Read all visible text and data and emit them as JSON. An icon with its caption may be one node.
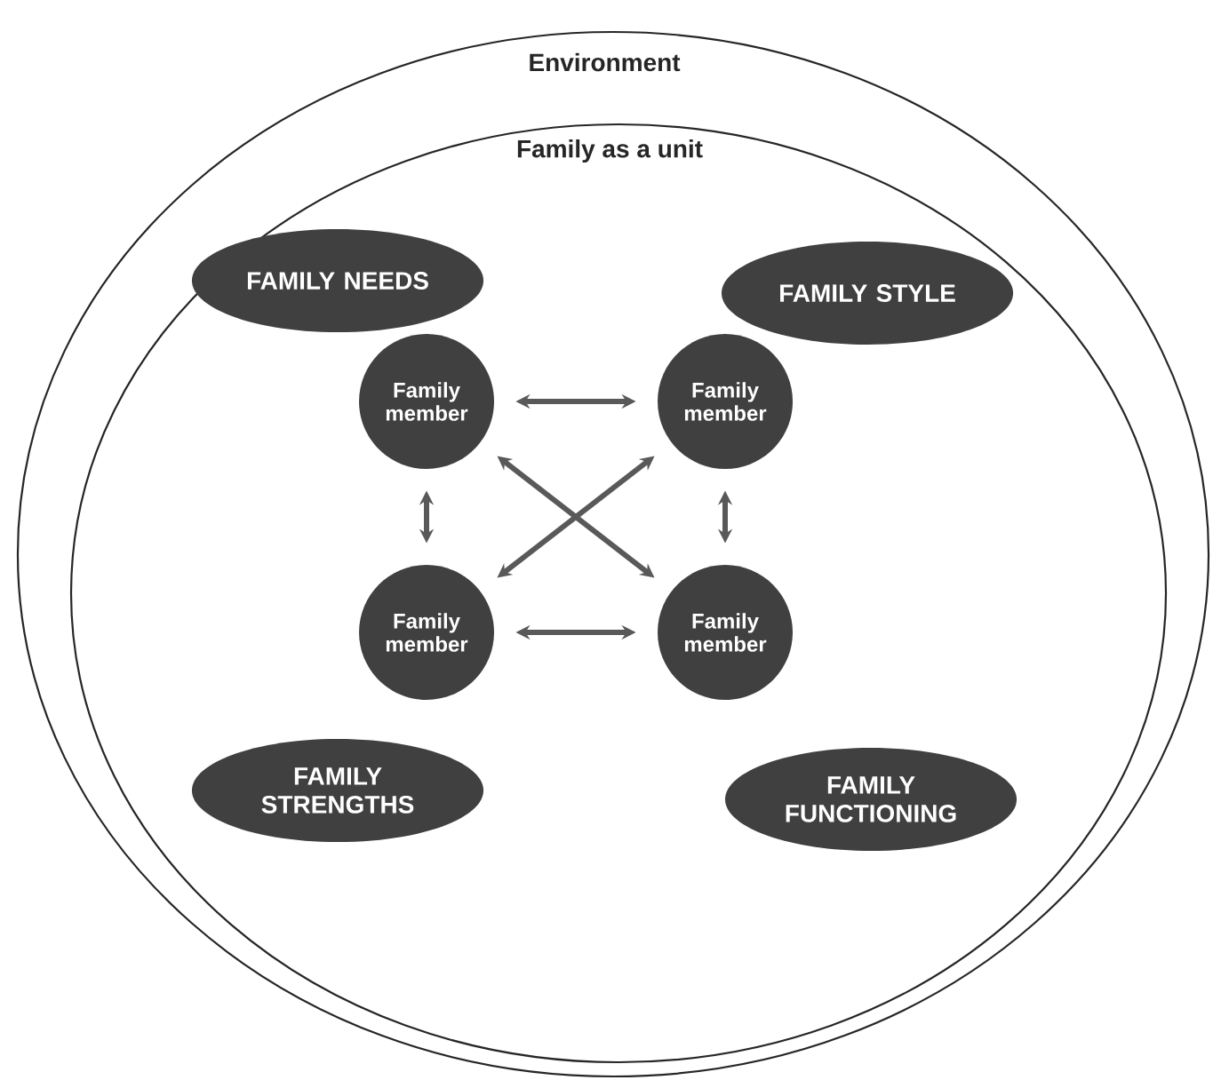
{
  "diagram": {
    "nodes": [
      {
        "text": [
          "Environment"
        ]
      },
      {
        "text": [
          "Family as a unit"
        ],
        "in": 0
      },
      {
        "text": [
          "FAMILY NEEDS"
        ],
        "in": 1
      },
      {
        "text": [
          "FAMILY STYLE"
        ],
        "in": 1
      },
      {
        "text": [
          "Family member"
        ],
        "in": 1
      },
      {
        "text": [
          "Family member"
        ],
        "in": 1
      },
      {
        "text": [
          "Family member"
        ],
        "in": 1
      },
      {
        "text": [
          "Family member"
        ],
        "in": 1
      },
      {
        "text": [
          "FAMILY STRENGTHS"
        ],
        "in": 1
      },
      {
        "text": [
          "FAMILY FUNCTIONING"
        ],
        "in": 1
      }
    ],
    "edges": [
      {
        "from": 4,
        "to": 5,
        "arrow": "both"
      },
      {
        "from": 4,
        "to": 6,
        "arrow": "both"
      },
      {
        "from": 5,
        "to": 7,
        "arrow": "both"
      },
      {
        "from": 4,
        "to": 7,
        "arrow": "both"
      },
      {
        "from": 5,
        "to": 6,
        "arrow": "both"
      },
      {
        "from": 6,
        "to": 7,
        "arrow": "both"
      }
    ]
  }
}
